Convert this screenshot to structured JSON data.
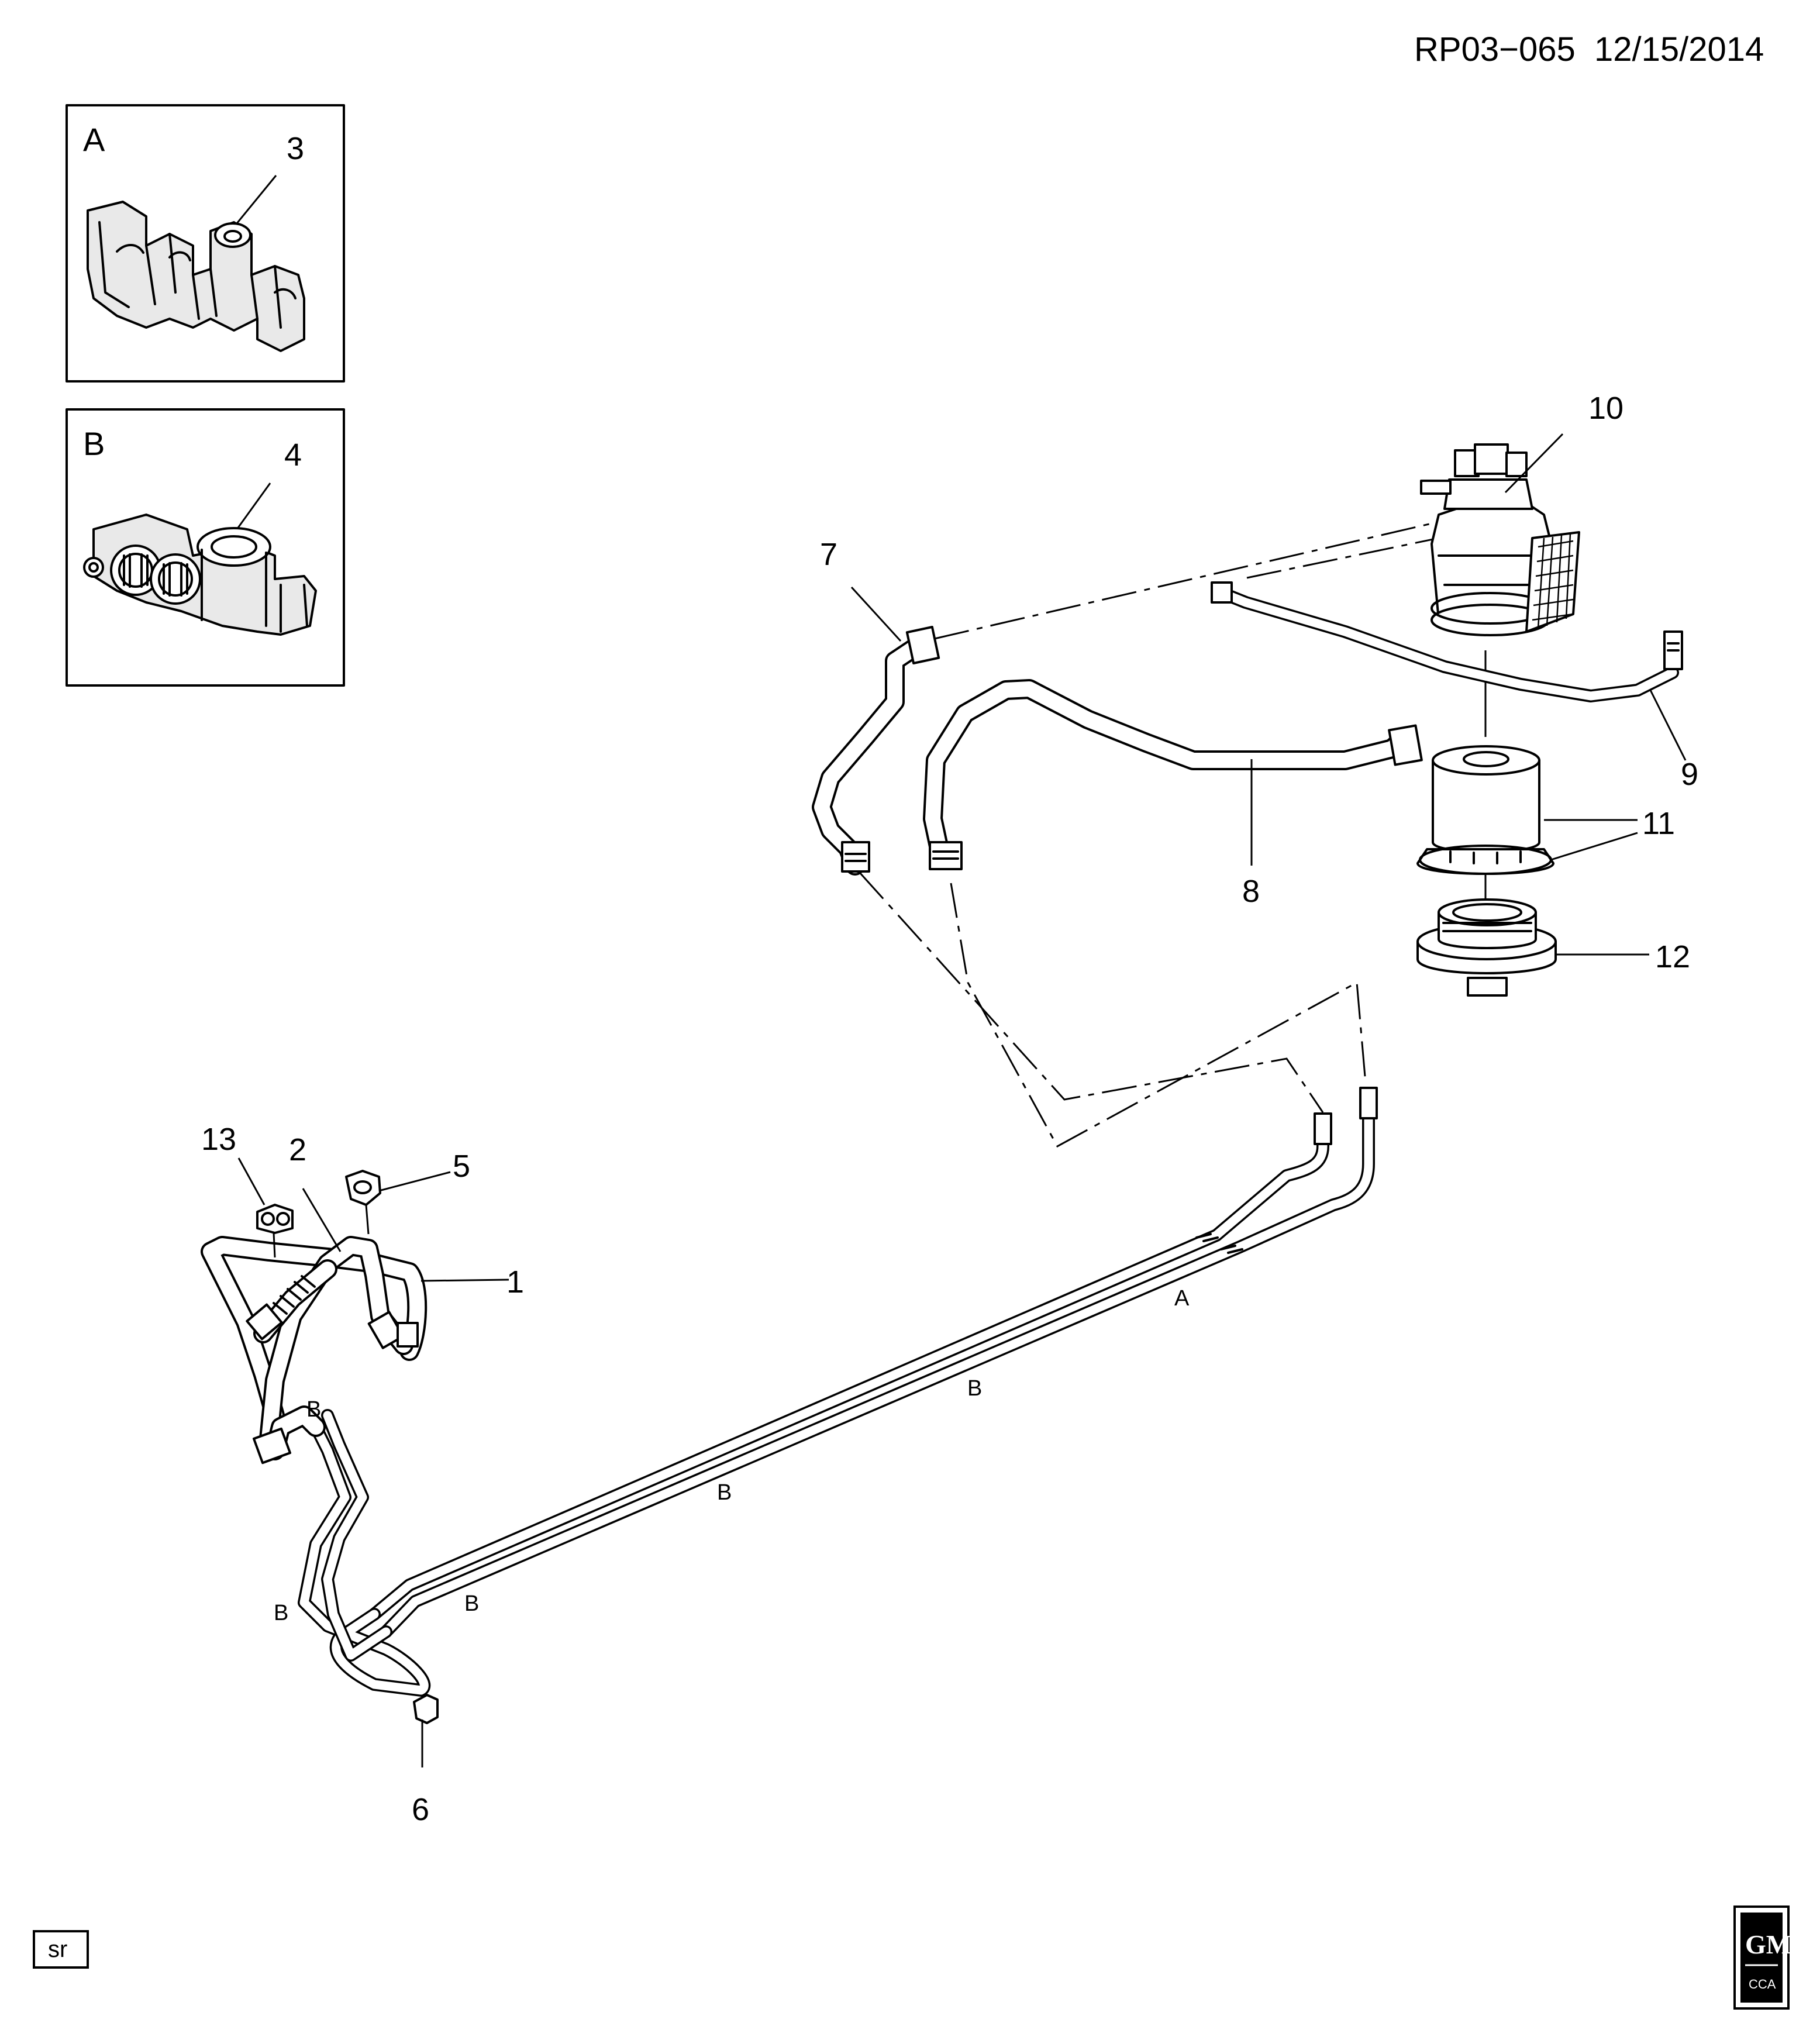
{
  "header": {
    "ref_code": "RP03−065",
    "date": "12/15/2014"
  },
  "insets": [
    {
      "letter": "A",
      "callout": "3"
    },
    {
      "letter": "B",
      "callout": "4"
    }
  ],
  "callouts": {
    "c1": "1",
    "c2": "2",
    "c5": "5",
    "c6": "6",
    "c7": "7",
    "c8": "8",
    "c9": "9",
    "c10": "10",
    "c11": "11",
    "c12": "12",
    "c13": "13"
  },
  "line_labels": {
    "a": "A",
    "b": "B"
  },
  "footer": {
    "badge": "sr",
    "logo_top": "GM",
    "logo_bottom": "CCA"
  }
}
